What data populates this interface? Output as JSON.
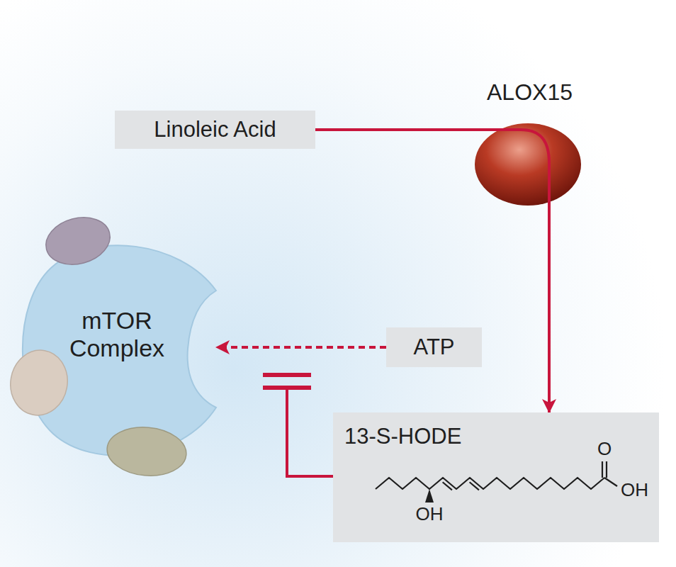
{
  "diagram": {
    "nodes": [
      {
        "text": [
          "Linoleic Acid"
        ]
      },
      {
        "text": [
          "ALOX15"
        ]
      },
      {
        "text": [
          "mTOR Complex"
        ]
      },
      {
        "text": [
          "ATP"
        ]
      },
      {
        "text": [
          "13-S-HODE"
        ]
      }
    ],
    "edges": [
      {
        "from": 0,
        "to": 1,
        "arrow": "none"
      },
      {
        "from": 1,
        "to": 4,
        "arrow": "to"
      },
      {
        "from": 3,
        "to": 2,
        "arrow": "to"
      },
      {
        "from": 4,
        "to": 2,
        "arrow": "to"
      }
    ],
    "labels": [
      "OH",
      "O",
      "OH"
    ]
  }
}
